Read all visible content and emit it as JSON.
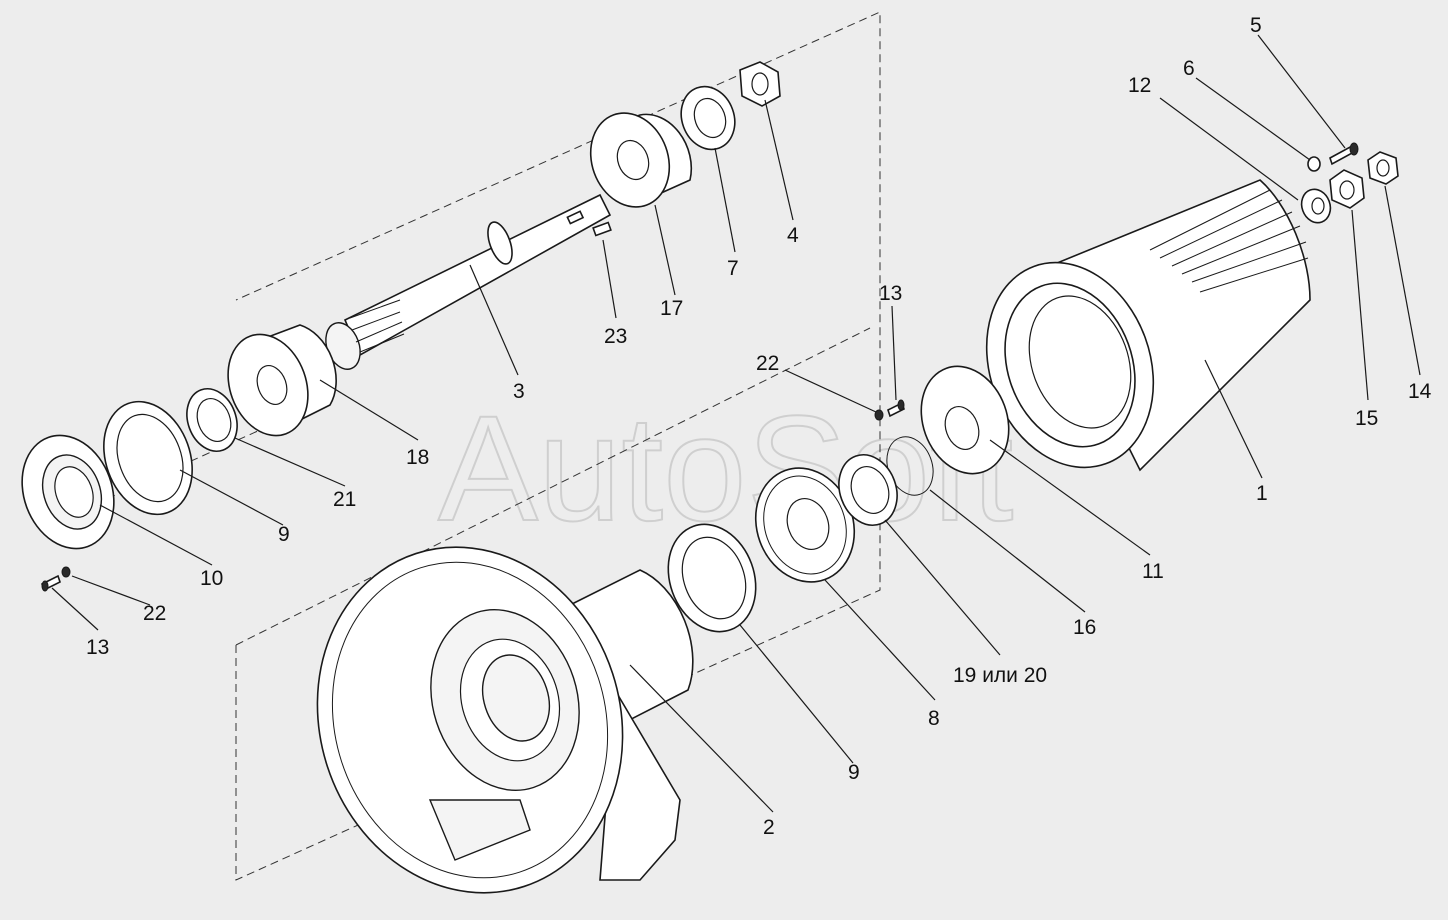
{
  "watermark": "AutoSoft",
  "labels": {
    "l1": "1",
    "l2": "2",
    "l3": "3",
    "l4": "4",
    "l5": "5",
    "l6": "6",
    "l7": "7",
    "l8": "8",
    "l9a": "9",
    "l9b": "9",
    "l10": "10",
    "l11": "11",
    "l12": "12",
    "l13a": "13",
    "l13b": "13",
    "l14": "14",
    "l15": "15",
    "l16": "16",
    "l17": "17",
    "l18": "18",
    "l19": "19 или 20",
    "l21": "21",
    "l22a": "22",
    "l22b": "22",
    "l23": "23"
  }
}
